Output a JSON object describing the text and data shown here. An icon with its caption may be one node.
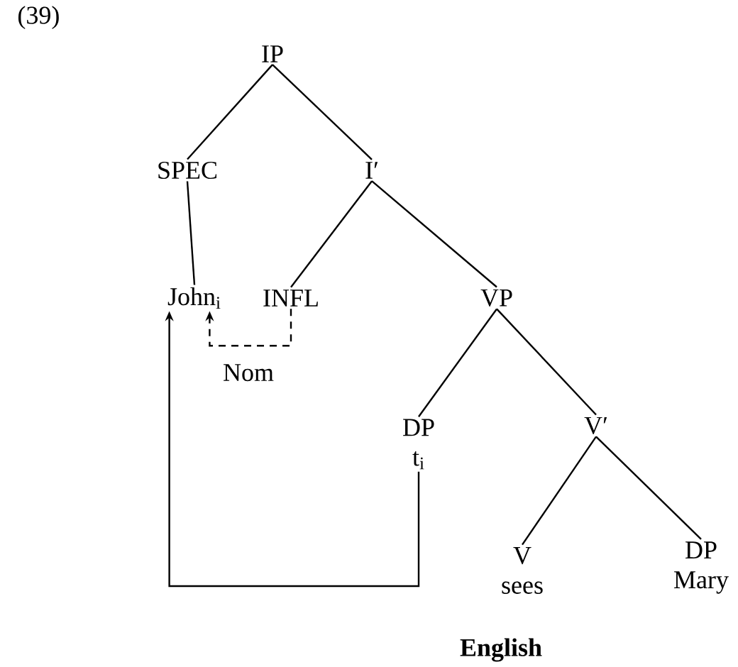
{
  "diagram": {
    "caption": "English",
    "nodes": [
      {
        "text": [
          "IP"
        ]
      },
      {
        "text": [
          "SPEC"
        ]
      },
      {
        "text": [
          "I′"
        ]
      },
      {
        "text": [
          "John$_{i}$"
        ]
      },
      {
        "text": [
          "INFL"
        ]
      },
      {
        "text": [
          "VP"
        ]
      },
      {
        "text": [
          "DP",
          "t$_{i}$"
        ]
      },
      {
        "text": [
          "V′"
        ]
      },
      {
        "text": [
          "V",
          "sees"
        ]
      },
      {
        "text": [
          "DP",
          "Mary"
        ]
      }
    ],
    "edges": [
      {
        "from": 0,
        "to": 1,
        "arrow": "none"
      },
      {
        "from": 0,
        "to": 2,
        "arrow": "none"
      },
      {
        "from": 1,
        "to": 3,
        "arrow": "none"
      },
      {
        "from": 2,
        "to": 4,
        "arrow": "none"
      },
      {
        "from": 2,
        "to": 5,
        "arrow": "none"
      },
      {
        "from": 5,
        "to": 6,
        "arrow": "none"
      },
      {
        "from": 5,
        "to": 7,
        "arrow": "none"
      },
      {
        "from": 7,
        "to": 8,
        "arrow": "none"
      },
      {
        "from": 7,
        "to": 9,
        "arrow": "none"
      },
      {
        "from": 6,
        "to": 3,
        "arrow": "to"
      },
      {
        "from": 4,
        "to": 3,
        "arrow": "to",
        "style": "dashed",
        "label": "Nom"
      }
    ],
    "labels": [
      "(39)"
    ]
  }
}
